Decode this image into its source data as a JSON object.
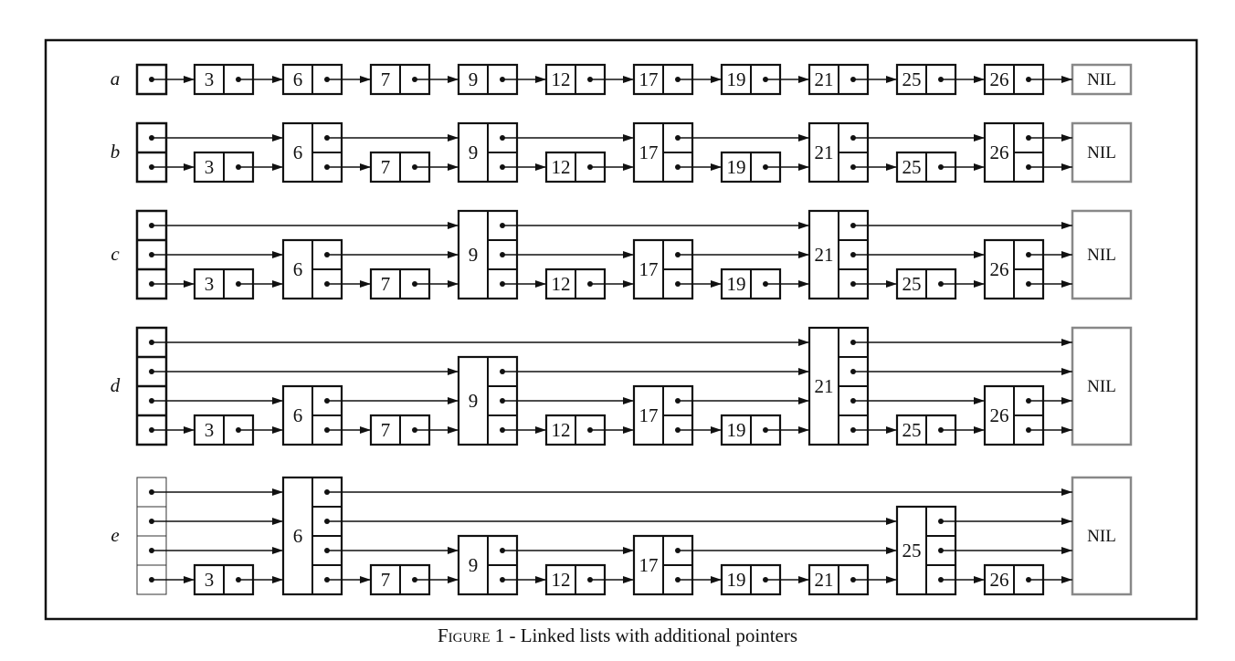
{
  "caption": {
    "figure_word": "Figure",
    "rest": " 1 - Linked lists with additional pointers"
  },
  "nil_label": "NIL",
  "lists": [
    {
      "label": "a",
      "header_levels": 1,
      "nodes": [
        {
          "key": "3",
          "levels": 1
        },
        {
          "key": "6",
          "levels": 1
        },
        {
          "key": "7",
          "levels": 1
        },
        {
          "key": "9",
          "levels": 1
        },
        {
          "key": "12",
          "levels": 1
        },
        {
          "key": "17",
          "levels": 1
        },
        {
          "key": "19",
          "levels": 1
        },
        {
          "key": "21",
          "levels": 1
        },
        {
          "key": "25",
          "levels": 1
        },
        {
          "key": "26",
          "levels": 1
        }
      ]
    },
    {
      "label": "b",
      "header_levels": 2,
      "nodes": [
        {
          "key": "3",
          "levels": 1
        },
        {
          "key": "6",
          "levels": 2
        },
        {
          "key": "7",
          "levels": 1
        },
        {
          "key": "9",
          "levels": 2
        },
        {
          "key": "12",
          "levels": 1
        },
        {
          "key": "17",
          "levels": 2
        },
        {
          "key": "19",
          "levels": 1
        },
        {
          "key": "21",
          "levels": 2
        },
        {
          "key": "25",
          "levels": 1
        },
        {
          "key": "26",
          "levels": 2
        }
      ]
    },
    {
      "label": "c",
      "header_levels": 3,
      "nodes": [
        {
          "key": "3",
          "levels": 1
        },
        {
          "key": "6",
          "levels": 2
        },
        {
          "key": "7",
          "levels": 1
        },
        {
          "key": "9",
          "levels": 3
        },
        {
          "key": "12",
          "levels": 1
        },
        {
          "key": "17",
          "levels": 2
        },
        {
          "key": "19",
          "levels": 1
        },
        {
          "key": "21",
          "levels": 3
        },
        {
          "key": "25",
          "levels": 1
        },
        {
          "key": "26",
          "levels": 2
        }
      ]
    },
    {
      "label": "d",
      "header_levels": 4,
      "nodes": [
        {
          "key": "3",
          "levels": 1
        },
        {
          "key": "6",
          "levels": 2
        },
        {
          "key": "7",
          "levels": 1
        },
        {
          "key": "9",
          "levels": 3
        },
        {
          "key": "12",
          "levels": 1
        },
        {
          "key": "17",
          "levels": 2
        },
        {
          "key": "19",
          "levels": 1
        },
        {
          "key": "21",
          "levels": 4
        },
        {
          "key": "25",
          "levels": 1
        },
        {
          "key": "26",
          "levels": 2
        }
      ]
    },
    {
      "label": "e",
      "header_levels": 4,
      "header_style": "thin",
      "nodes": [
        {
          "key": "3",
          "levels": 1
        },
        {
          "key": "6",
          "levels": 4
        },
        {
          "key": "7",
          "levels": 1
        },
        {
          "key": "9",
          "levels": 2
        },
        {
          "key": "12",
          "levels": 1
        },
        {
          "key": "17",
          "levels": 2
        },
        {
          "key": "19",
          "levels": 1
        },
        {
          "key": "21",
          "levels": 1
        },
        {
          "key": "25",
          "levels": 3
        },
        {
          "key": "26",
          "levels": 1
        }
      ]
    }
  ],
  "colors": {
    "ink": "#111111",
    "nil_border": "#888888",
    "thin_header": "#333333"
  }
}
